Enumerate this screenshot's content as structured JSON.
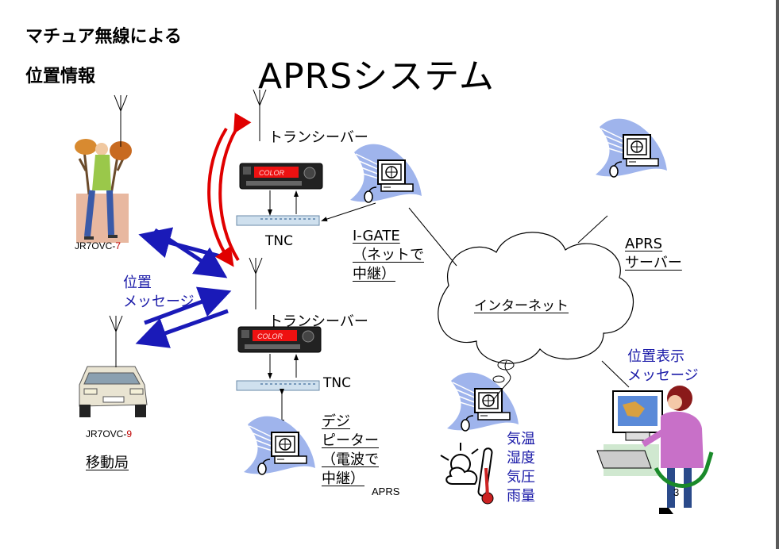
{
  "title": {
    "subtitle_line1": "マチュア無線による",
    "subtitle_line2": "位置情報",
    "main": "APRSシステム"
  },
  "nodes": {
    "walker_callsign_base": "JR7OVC-",
    "walker_callsign_ssid": "7",
    "car_callsign_base": "JR7OVC-",
    "car_callsign_ssid": "9",
    "mobile_station": "移動局",
    "transceiver_top": "トランシーバー",
    "tnc_top": "TNC",
    "transceiver_bottom": "トランシーバー",
    "tnc_bottom": "TNC",
    "radio_display": "COLOR",
    "igate_line1": "I-GATE",
    "igate_line2": "（ネットで",
    "igate_line3": "中継）",
    "digi_line1": "デジ",
    "digi_line2": "ピーター",
    "digi_line3": "（電波で",
    "digi_line4": "中継）",
    "digi_suffix": "APRS",
    "internet": "インターネット",
    "server_line1": "APRS",
    "server_line2": "サーバー",
    "display_line1": "位置表示",
    "display_line2": "メッセージ",
    "weather_line1": "気温",
    "weather_line2": "湿度",
    "weather_line3": "気圧",
    "weather_line4": "雨量",
    "position_message_line1": "位置",
    "position_message_line2": "メッセージ"
  },
  "page_number": "3",
  "colors": {
    "blue_arrow": "#1a1ab8",
    "red_arrow": "#e00000",
    "text_blue": "#1a1aa8",
    "monitor_swoosh": "#9fb4ec"
  }
}
